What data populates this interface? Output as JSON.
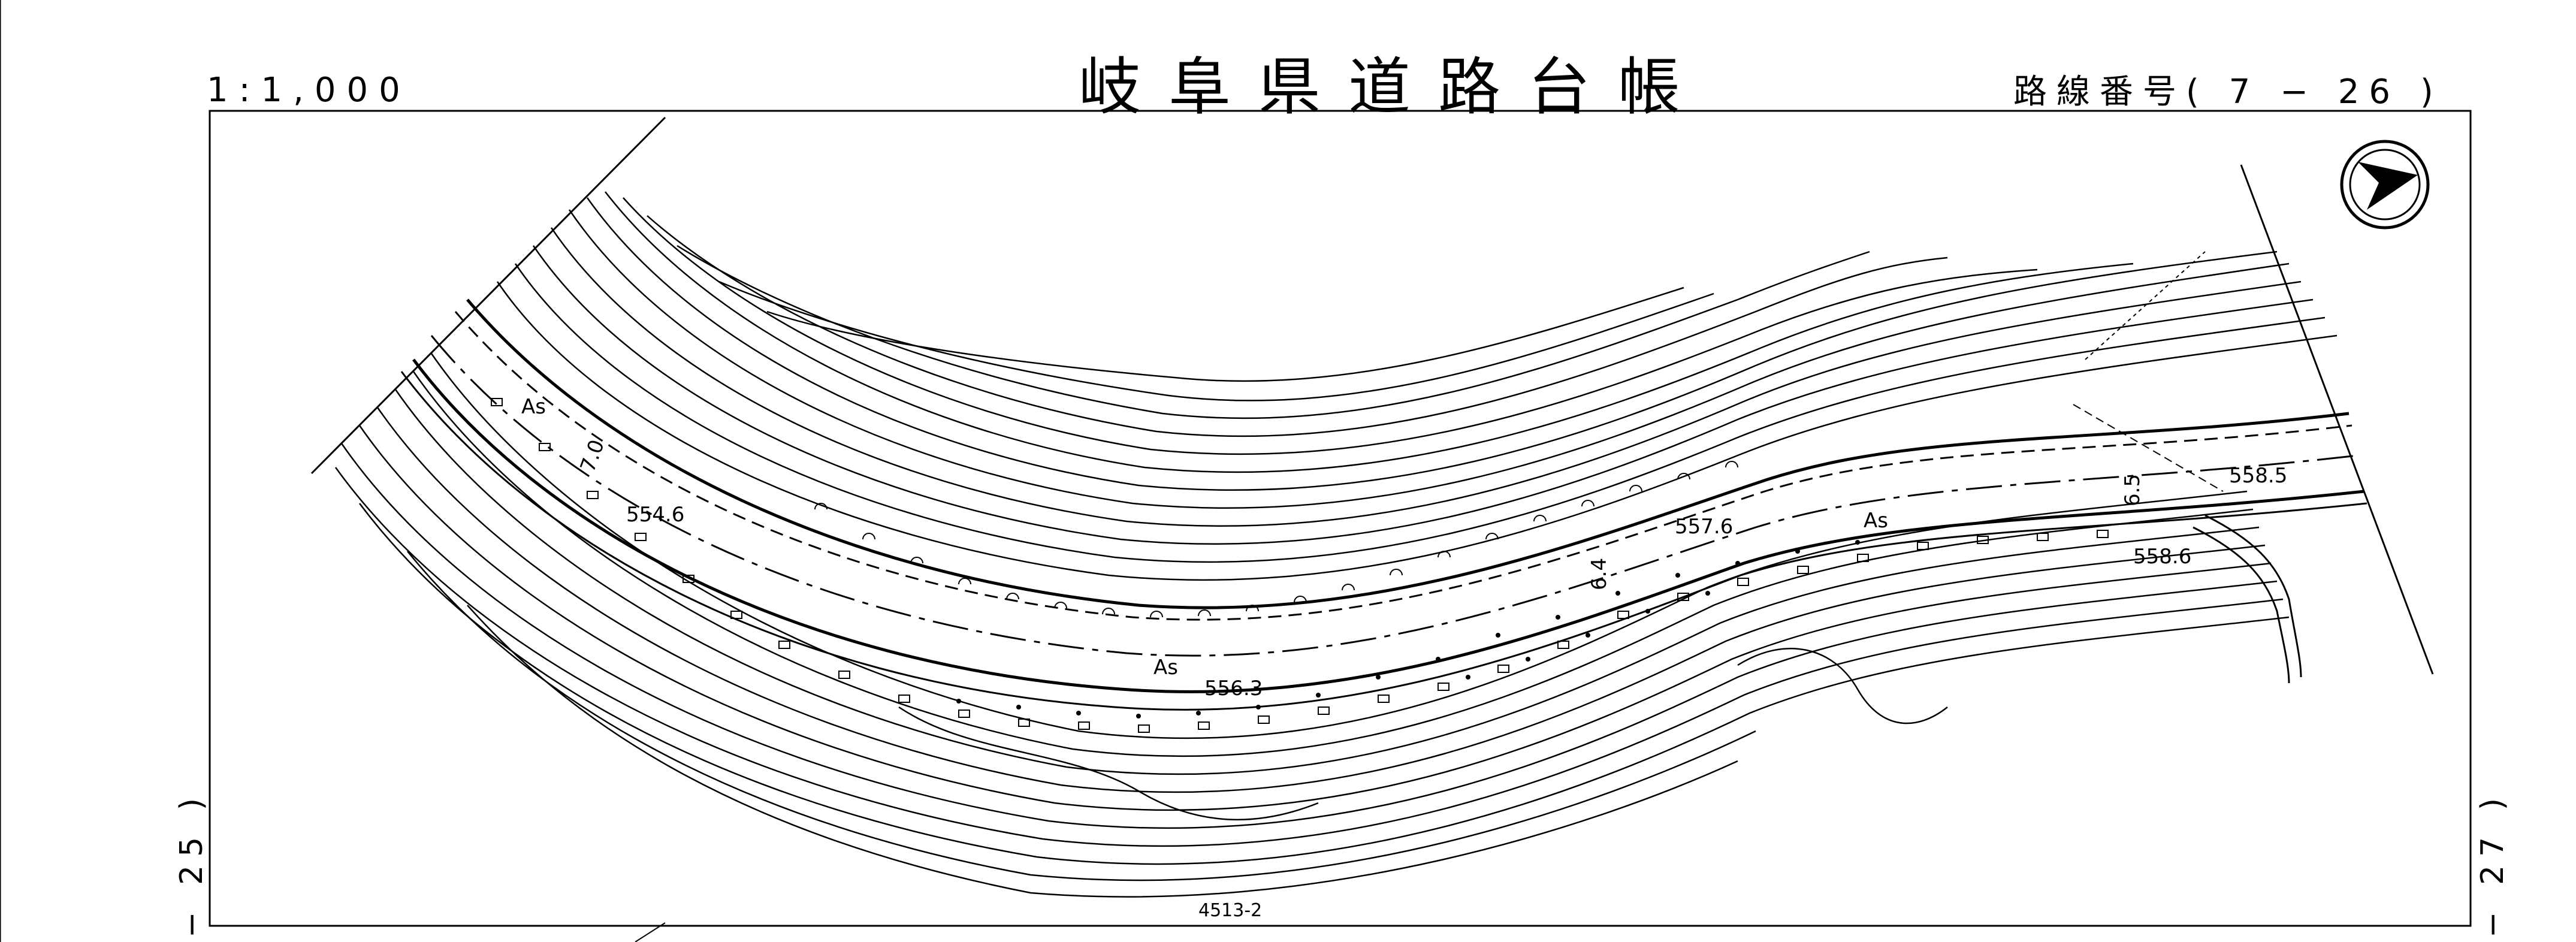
{
  "header": {
    "title": "岐阜県道路台帳",
    "scale": "1:1,000",
    "route_number": "路線番号( 7 − 26 )"
  },
  "side_labels": {
    "left": "− 25 )",
    "right": "− 27 )"
  },
  "sheet_number": "4513-2",
  "map_labels": {
    "elev_1": "554.6",
    "elev_2": "556.3",
    "elev_3": "557.6",
    "elev_4": "558.5",
    "elev_5": "558.6",
    "width_1": "7.0",
    "width_2": "6.4",
    "width_3": "6.5",
    "surface_1": "As",
    "surface_2": "As",
    "surface_3": "As"
  },
  "north_arrow": "north-arrow-icon"
}
